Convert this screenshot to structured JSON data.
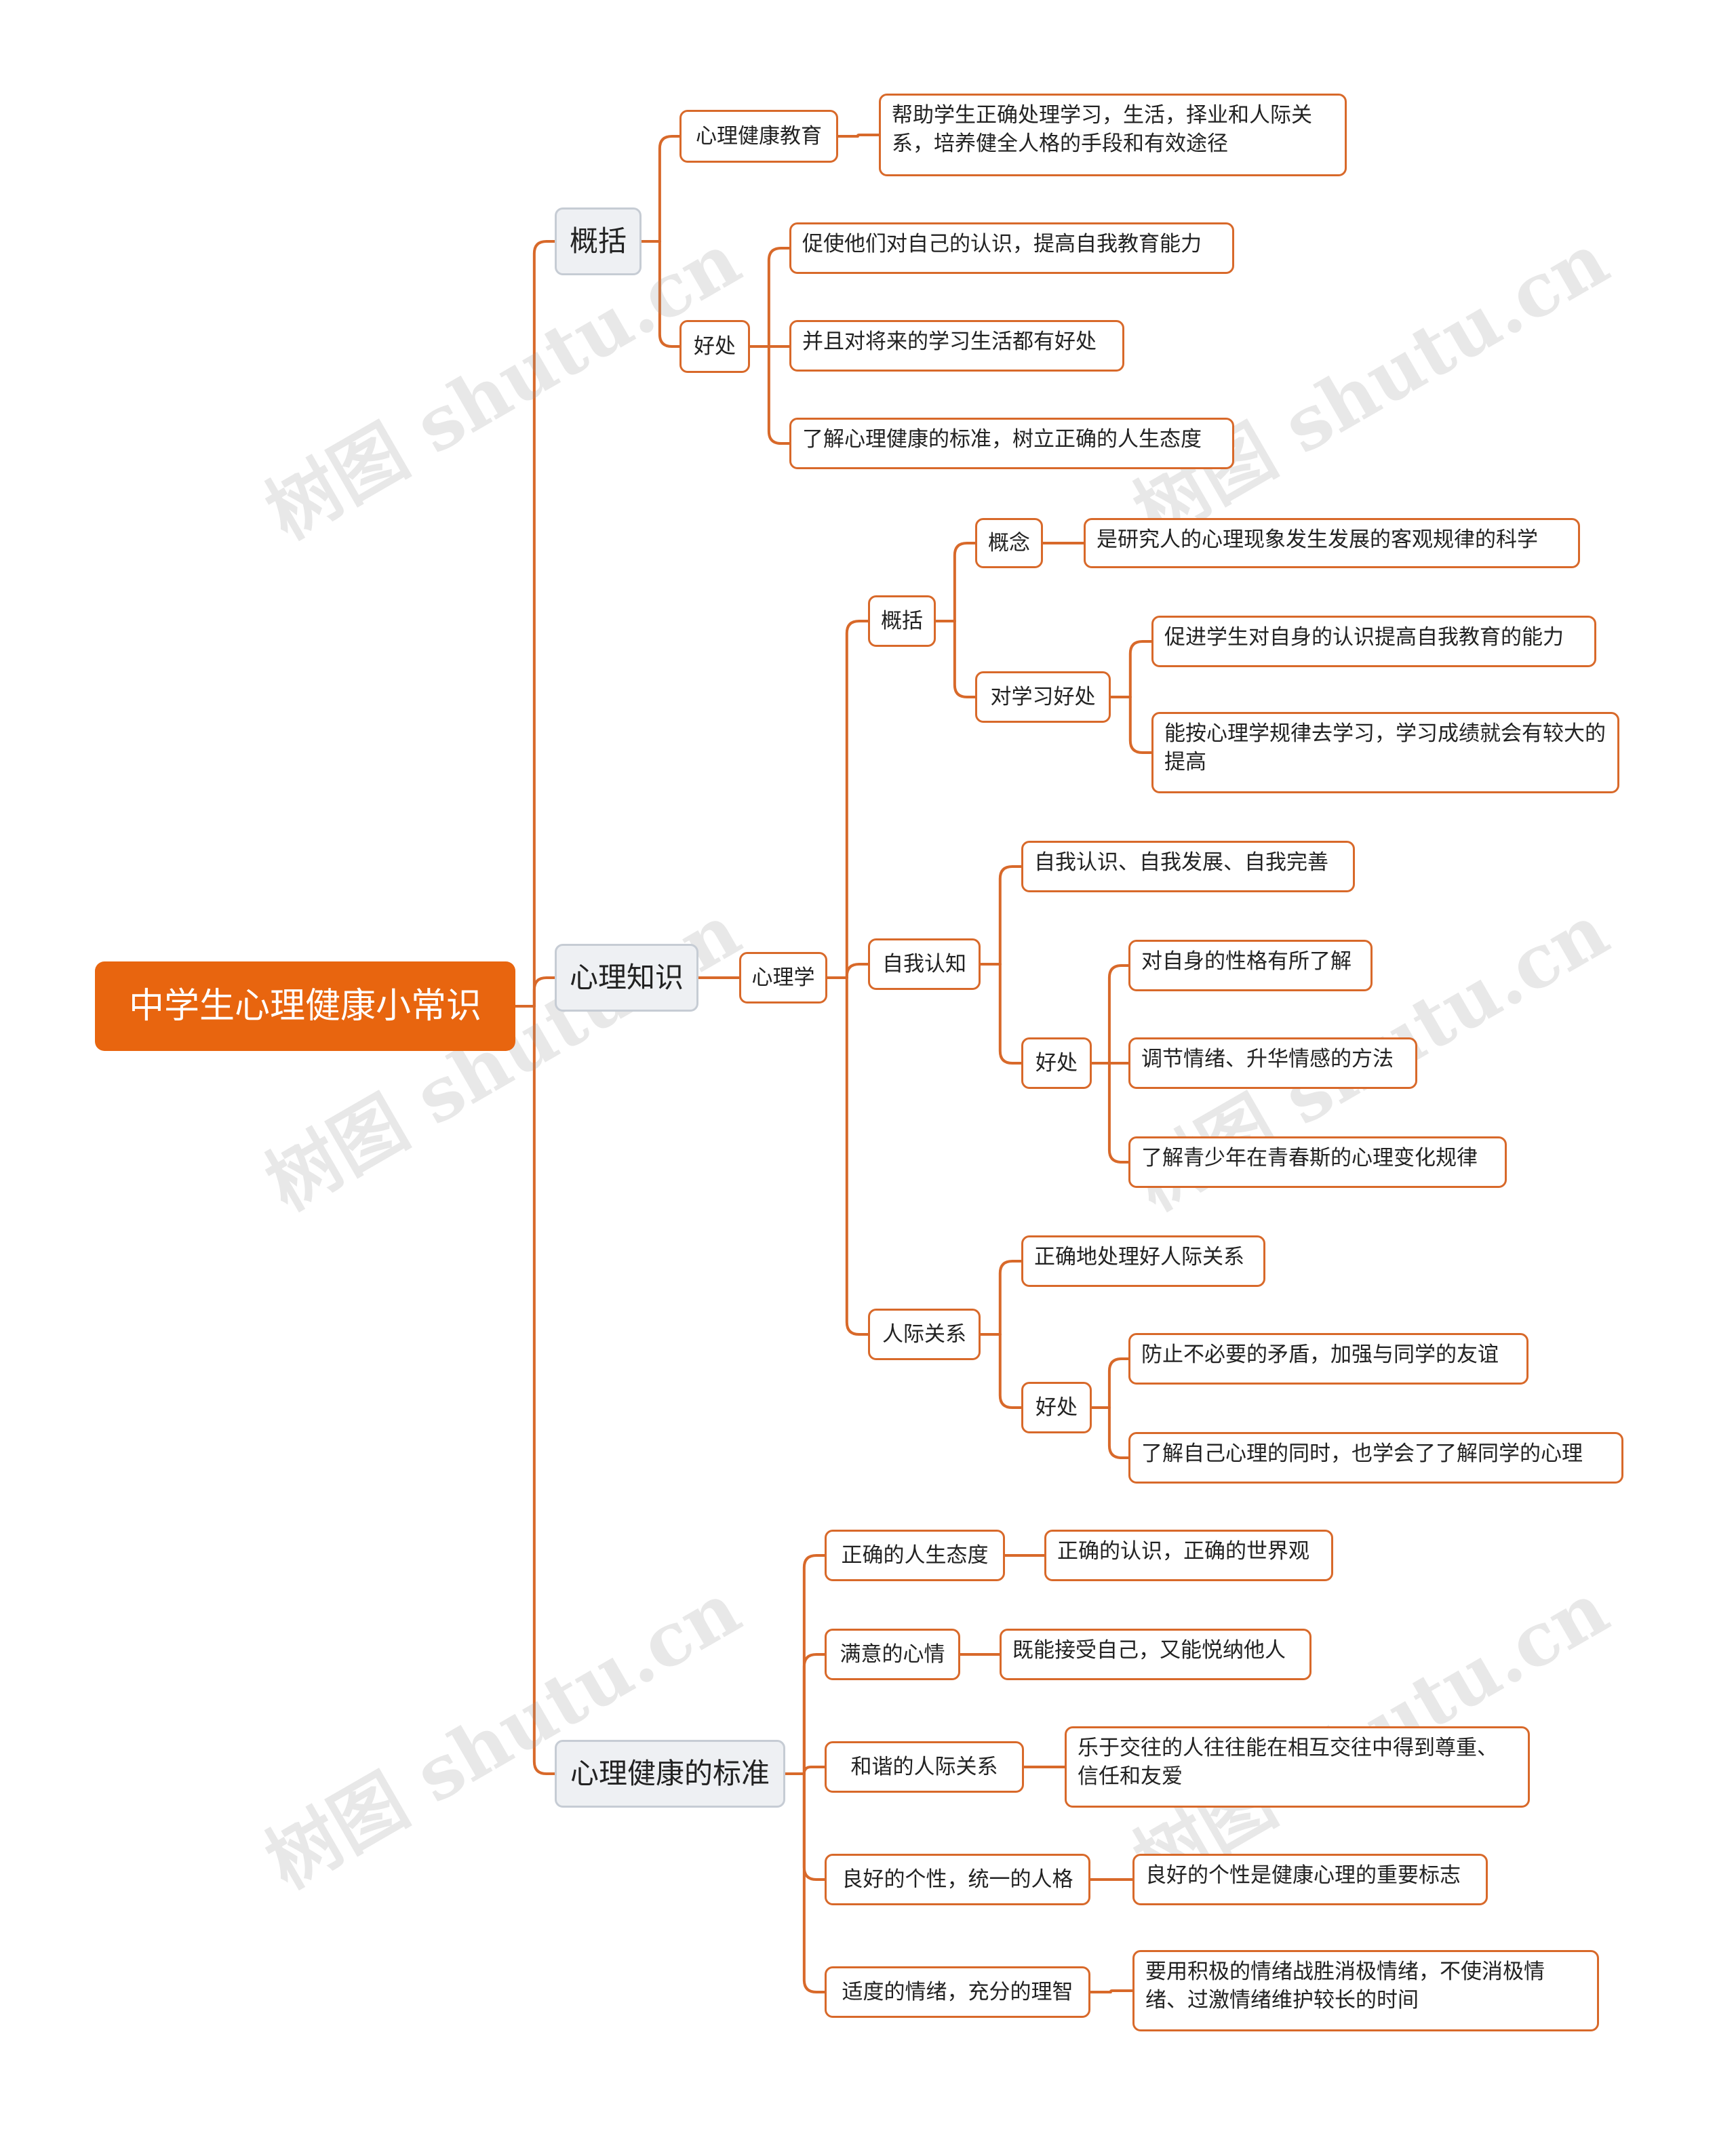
{
  "colors": {
    "accent": "#e8650f",
    "line": "#d8692a",
    "node_border": "#d8692a",
    "level1_fill": "#eef0f3"
  },
  "watermark": "树图 shutu.cn",
  "root": {
    "label": "中学生心理健康小常识"
  },
  "branches": [
    {
      "label": "概括",
      "children": [
        {
          "label": "心理健康教育",
          "detail": "帮助学生正确处理学习，生活，择业和人际关系，培养健全人格的手段和有效途径"
        },
        {
          "label": "好处",
          "items": [
            "促使他们对自己的认识，提高自我教育能力",
            "并且对将来的学习生活都有好处",
            "了解心理健康的标准，树立正确的人生态度"
          ]
        }
      ]
    },
    {
      "label": "心理知识",
      "sub": {
        "label": "心理学",
        "groups": [
          {
            "label": "概括",
            "concept": {
              "label": "概念",
              "detail": "是研究人的心理现象发生发展的客观规律的科学"
            },
            "benefit": {
              "label": "对学习好处",
              "items": [
                "促进学生对自身的认识提高自我教育的能力",
                "能按心理学规律去学习，学习成绩就会有较大的提高"
              ]
            }
          },
          {
            "label": "自我认知",
            "first": "自我认识、自我发展、自我完善",
            "benefit": {
              "label": "好处",
              "items": [
                "对自身的性格有所了解",
                "调节情绪、升华情感的方法",
                "了解青少年在青春斯的心理变化规律"
              ]
            }
          },
          {
            "label": "人际关系",
            "first": "正确地处理好人际关系",
            "benefit": {
              "label": "好处",
              "items": [
                "防止不必要的矛盾，加强与同学的友谊",
                "了解自己心理的同时，也学会了了解同学的心理"
              ]
            }
          }
        ]
      }
    },
    {
      "label": "心理健康的标准",
      "children": [
        {
          "label": "正确的人生态度",
          "detail": "正确的认识，正确的世界观"
        },
        {
          "label": "满意的心情",
          "detail": "既能接受自己，又能悦纳他人"
        },
        {
          "label": "和谐的人际关系",
          "detail": "乐于交往的人往往能在相互交往中得到尊重、信任和友爱"
        },
        {
          "label": "良好的个性，统一的人格",
          "detail": "良好的个性是健康心理的重要标志"
        },
        {
          "label": "适度的情绪，充分的理智",
          "detail": "要用积极的情绪战胜消极情绪，不使消极情绪、过激情绪维护较长的时间"
        }
      ]
    }
  ]
}
